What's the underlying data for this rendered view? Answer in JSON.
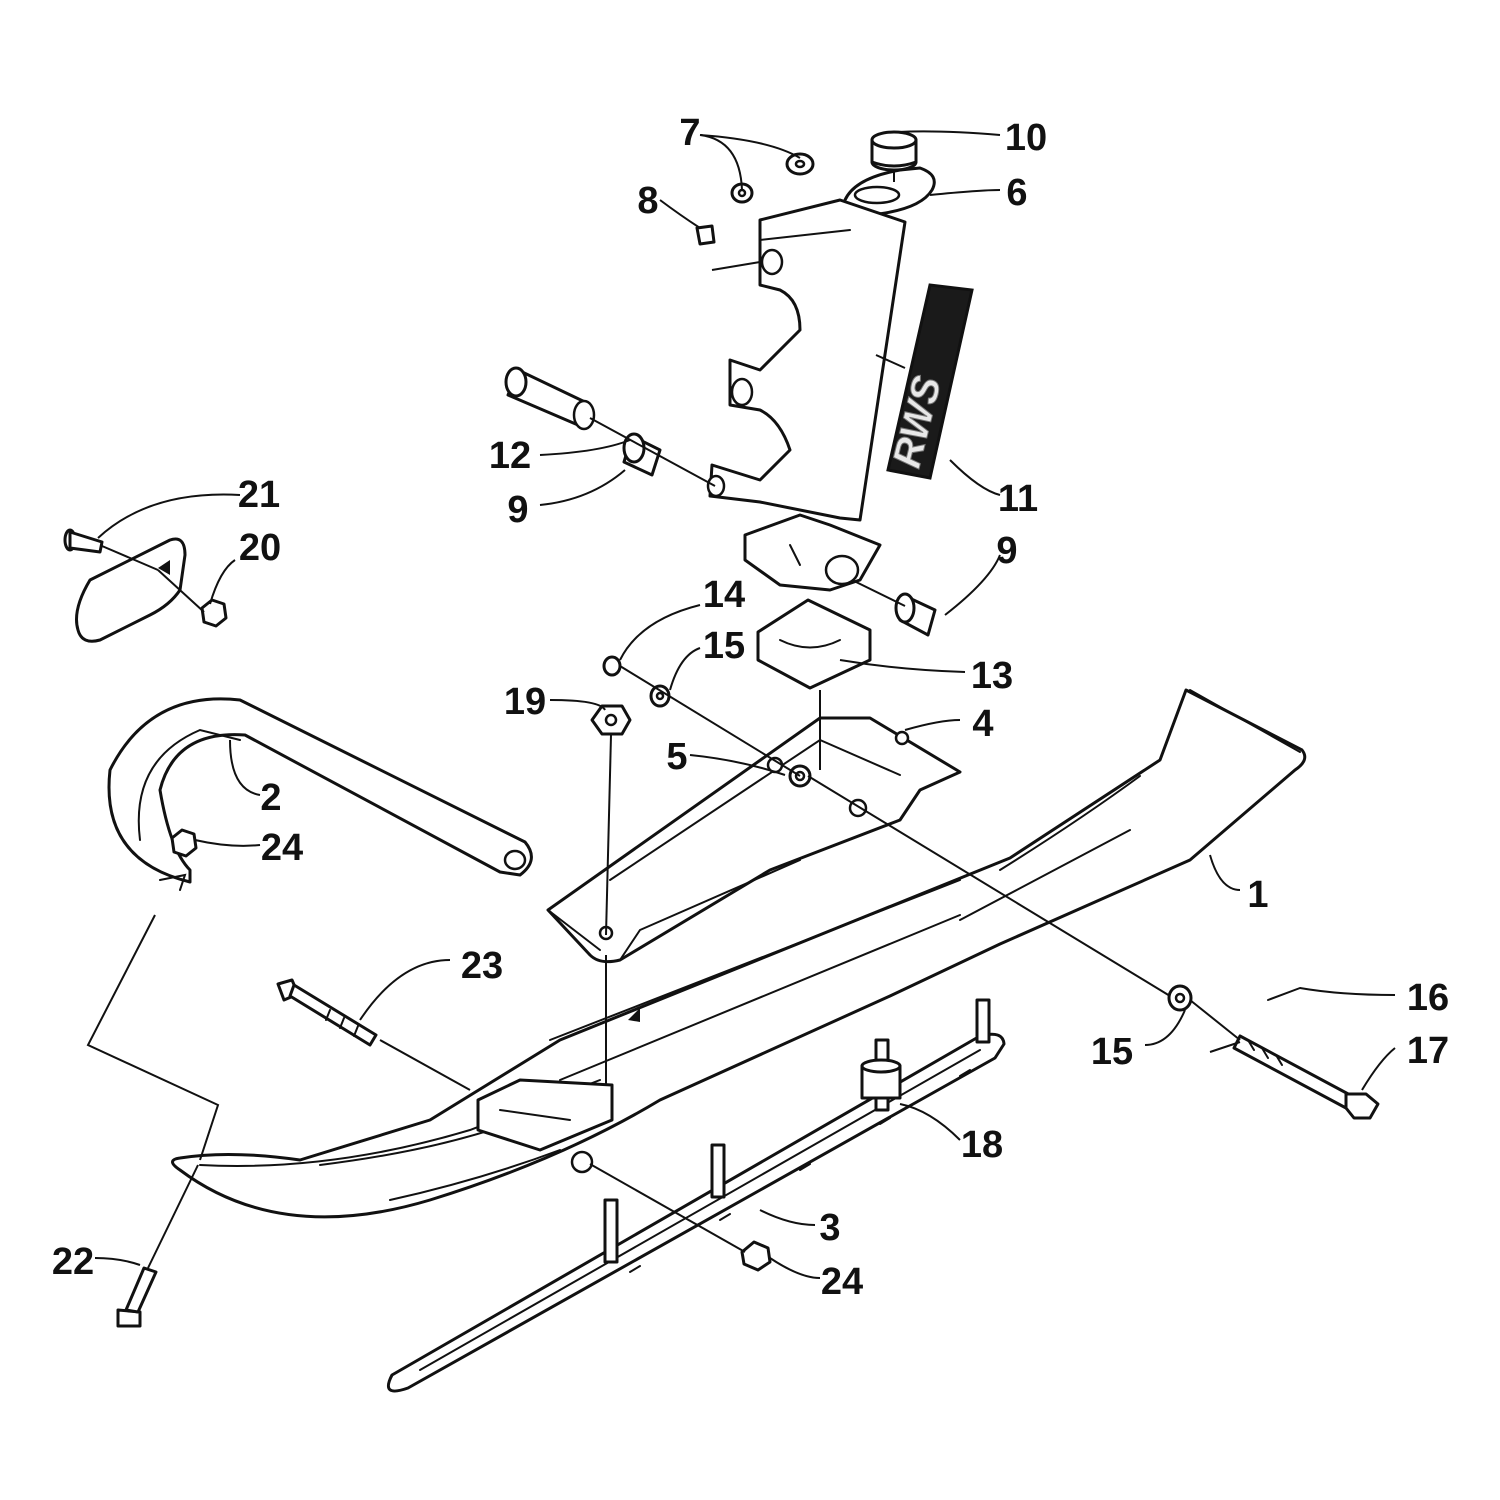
{
  "diagram": {
    "decal_text": "RWS",
    "callouts": [
      {
        "id": "c1",
        "label": "1"
      },
      {
        "id": "c2",
        "label": "2"
      },
      {
        "id": "c3",
        "label": "3"
      },
      {
        "id": "c4",
        "label": "4"
      },
      {
        "id": "c5",
        "label": "5"
      },
      {
        "id": "c6",
        "label": "6"
      },
      {
        "id": "c7",
        "label": "7"
      },
      {
        "id": "c8",
        "label": "8"
      },
      {
        "id": "c9a",
        "label": "9"
      },
      {
        "id": "c9b",
        "label": "9"
      },
      {
        "id": "c10",
        "label": "10"
      },
      {
        "id": "c11",
        "label": "11"
      },
      {
        "id": "c12",
        "label": "12"
      },
      {
        "id": "c13",
        "label": "13"
      },
      {
        "id": "c14",
        "label": "14"
      },
      {
        "id": "c15a",
        "label": "15"
      },
      {
        "id": "c15b",
        "label": "15"
      },
      {
        "id": "c16",
        "label": "16"
      },
      {
        "id": "c17",
        "label": "17"
      },
      {
        "id": "c18",
        "label": "18"
      },
      {
        "id": "c19",
        "label": "19"
      },
      {
        "id": "c20",
        "label": "20"
      },
      {
        "id": "c21",
        "label": "21"
      },
      {
        "id": "c22",
        "label": "22"
      },
      {
        "id": "c23",
        "label": "23"
      },
      {
        "id": "c24a",
        "label": "24"
      },
      {
        "id": "c24b",
        "label": "24"
      }
    ]
  }
}
